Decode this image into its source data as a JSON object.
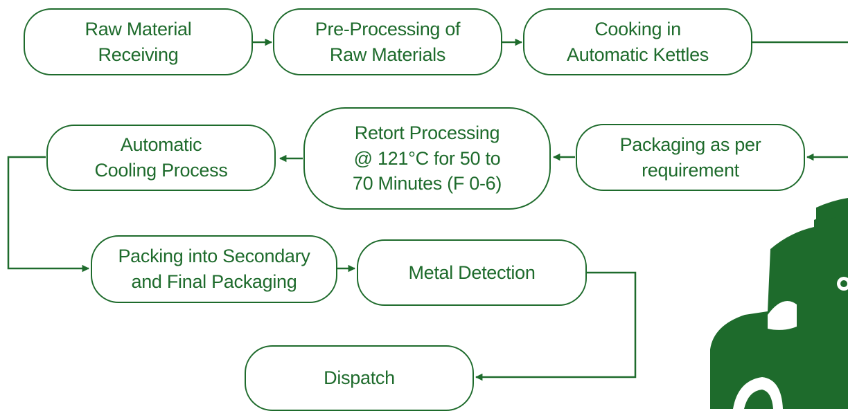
{
  "diagram": {
    "steps": {
      "raw_material_receiving": "Raw Material\nReceiving",
      "pre_processing": "Pre-Processing of\nRaw Materials",
      "cooking": "Cooking in\nAutomatic Kettles",
      "packaging": "Packaging as per\nrequirement",
      "retort": "Retort Processing\n@ 121°C for 50 to\n70 Minutes (F 0-6)",
      "cooling": "Automatic\nCooling Process",
      "secondary_packing": "Packing into Secondary\nand Final Packaging",
      "metal_detection": "Metal Detection",
      "dispatch": "Dispatch"
    },
    "colors": {
      "accent": "#1e6b2c",
      "background": "#ffffff"
    },
    "decorative_graphic": "green-truck-icon"
  }
}
